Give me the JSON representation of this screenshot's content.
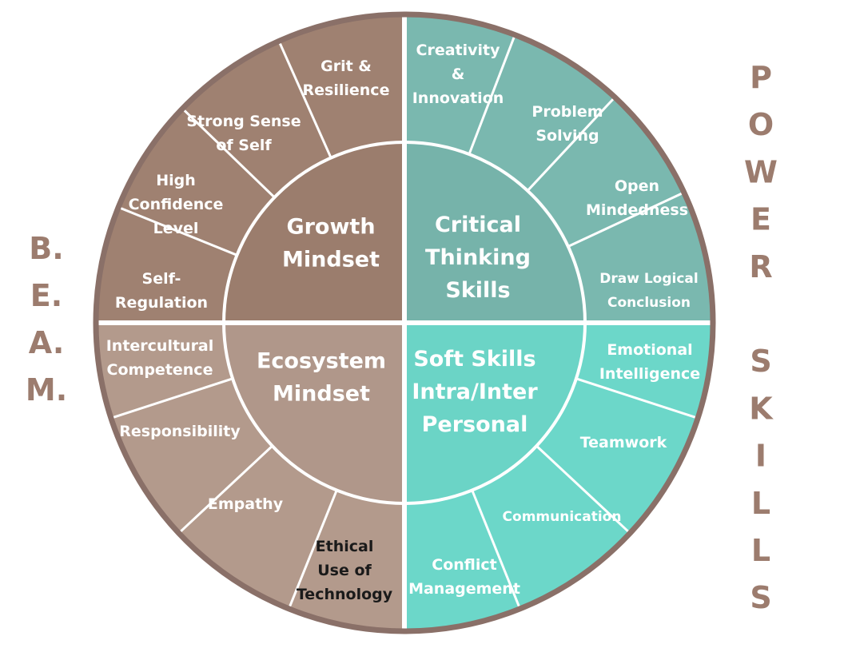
{
  "colors": {
    "rim": "#8a7068",
    "divider": "#ffffff",
    "side_text": "#9c7c6e",
    "growth_outer": "#9f8171",
    "growth_inner": "#9b7d6d",
    "ecosystem_outer": "#b39a8c",
    "ecosystem_inner": "#b0978a",
    "critical_outer": "#7ab8af",
    "critical_inner": "#76b3aa",
    "soft_outer": "#6cd7c9",
    "soft_inner": "#6bd4c6"
  },
  "left_letters": [
    "B.",
    "E.",
    "A.",
    "M."
  ],
  "right_letters": [
    "P",
    "O",
    "W",
    "E",
    "R",
    "",
    "S",
    "K",
    "I",
    "L",
    "L",
    "S"
  ],
  "quadrants": [
    {
      "id": "growth",
      "core": [
        "Growth",
        "Mindset"
      ],
      "segments": [
        {
          "lines": [
            "Self-",
            "Regulation"
          ]
        },
        {
          "lines": [
            "High",
            "Confidence",
            "Level"
          ]
        },
        {
          "lines": [
            "Strong Sense",
            "of Self"
          ]
        },
        {
          "lines": [
            "Grit &",
            "Resilience"
          ]
        }
      ]
    },
    {
      "id": "critical",
      "core": [
        "Critical",
        "Thinking",
        "Skills"
      ],
      "segments": [
        {
          "lines": [
            "Creativity",
            "&",
            "Innovation"
          ]
        },
        {
          "lines": [
            "Problem",
            "Solving"
          ]
        },
        {
          "lines": [
            "Open",
            "Mindedness"
          ]
        },
        {
          "lines": [
            "Draw Logical",
            "Conclusion"
          ]
        }
      ]
    },
    {
      "id": "ecosystem",
      "core": [
        "Ecosystem",
        "Mindset"
      ],
      "segments": [
        {
          "lines": [
            "Intercultural",
            "Competence"
          ]
        },
        {
          "lines": [
            "Responsibility"
          ]
        },
        {
          "lines": [
            "Empathy"
          ]
        },
        {
          "lines": [
            "Ethical",
            "Use of",
            "Technology"
          ]
        }
      ]
    },
    {
      "id": "soft",
      "core": [
        "Soft Skills",
        "Intra/Inter",
        "Personal"
      ],
      "segments": [
        {
          "lines": [
            "Emotional",
            "Intelligence"
          ]
        },
        {
          "lines": [
            "Teamwork"
          ]
        },
        {
          "lines": [
            "Communication"
          ]
        },
        {
          "lines": [
            "Conflict",
            "Management"
          ]
        }
      ]
    }
  ]
}
